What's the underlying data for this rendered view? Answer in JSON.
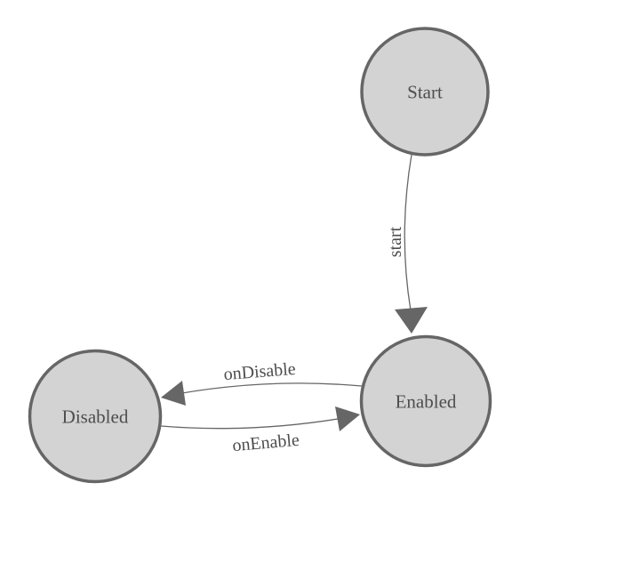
{
  "diagram": {
    "title": "state-machine-diagram",
    "background_color": "#ffffff",
    "node_fill_color": "#d3d3d3",
    "node_border_color": "#666666",
    "edge_color": "#666666",
    "text_color": "#4d4d4d",
    "nodes": [
      {
        "label": "Start"
      },
      {
        "label": "Enabled"
      },
      {
        "label": "Disabled"
      }
    ],
    "edges": [
      {
        "label": "start",
        "from": "Start",
        "to": "Enabled"
      },
      {
        "label": "onDisable",
        "from": "Enabled",
        "to": "Disabled"
      },
      {
        "label": "onEnable",
        "from": "Disabled",
        "to": "Enabled"
      }
    ]
  }
}
